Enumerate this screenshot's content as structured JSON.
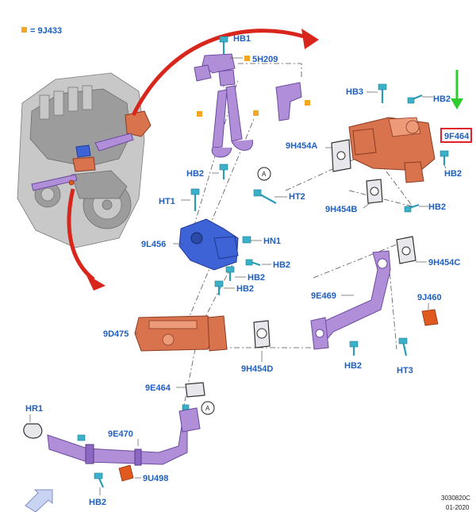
{
  "legend": {
    "marker_color": "#f5a623",
    "text": "= 9J433"
  },
  "callouts": {
    "hb1": "HB1",
    "5h209": "5H209",
    "hb3": "HB3",
    "hb2_top_right": "HB2",
    "9f464": "9F464",
    "9h454a": "9H454A",
    "hb2_right_mid": "HB2",
    "hb2_left": "HB2",
    "ht1": "HT1",
    "ht2": "HT2",
    "9h454b": "9H454B",
    "hb2_right_lower": "HB2",
    "9l456": "9L456",
    "hn1": "HN1",
    "hb2_center_a": "HB2",
    "hb2_center_b": "HB2",
    "hb2_center_c": "HB2",
    "9h454c": "9H454C",
    "9e469": "9E469",
    "9j460": "9J460",
    "9d475": "9D475",
    "9h454d": "9H454D",
    "hb2_bottom_mid": "HB2",
    "ht3": "HT3",
    "9e464": "9E464",
    "hr1": "HR1",
    "9e470": "9E470",
    "9u498": "9U498",
    "hb2_bottom_left": "HB2"
  },
  "reference_marker": "A",
  "highlight": {
    "label": "9F464",
    "box_color": "#e0202a",
    "arrow_color": "#2ecc2e"
  },
  "footer": {
    "code": "3030820C",
    "date": "01-2020"
  },
  "colors": {
    "callout": "#1f5fbf",
    "red_arrow": "#d9261c",
    "purple_part": "#b08fd8",
    "copper_part": "#d9734e"
  }
}
